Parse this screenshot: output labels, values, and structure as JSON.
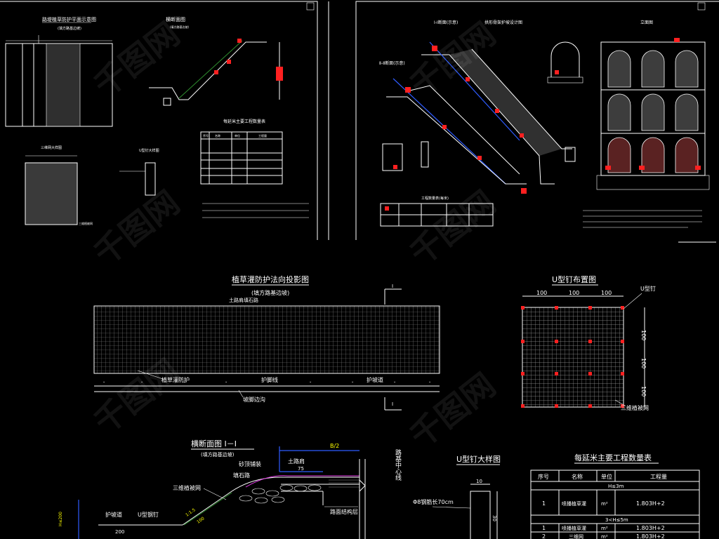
{
  "top_left": {
    "plan_title": "路堤植草防护平面示意图",
    "section_title": "横断面图",
    "nail_title": "U型钉大样图",
    "table": {
      "title": "每延米主要工程数量表",
      "headers": [
        "序号",
        "名称",
        "单位",
        "工程量"
      ]
    }
  },
  "top_right": {
    "section_title": "I-I断面(示意)",
    "flow_title": "Ⅱ-Ⅱ断面(示意)",
    "frame_title": "拱形骨架护坡设计图",
    "elevation_title": "立面图",
    "table_title": "工程数量表(每米)"
  },
  "projection": {
    "title": "植草灌防护法向投影图",
    "subtitle": "(填方路基边坡)",
    "marker_top": "I",
    "marker_bottom": "I",
    "top_label": "土路肩填石路",
    "label_left": "植草灌防护",
    "label_mid": "护脚线",
    "label_right": "护坡道",
    "label_bottom": "坡脚边沟"
  },
  "nail_layout": {
    "title": "U型钉布置图",
    "dims_top": [
      "100",
      "100",
      "100"
    ],
    "dims_side": [
      "100",
      "100",
      "100"
    ],
    "label_nail": "U型钉",
    "label_net": "三维植被网"
  },
  "section": {
    "title": "横断面图 I－I",
    "subtitle": "(填方路基边坡)",
    "half_width": "B/2",
    "shoulder": "土路肩",
    "shoulder_dim": "75",
    "pebble": "砂顶铺装",
    "fill": "填石路",
    "net": "三维植被网",
    "nail": "U型钢钉",
    "berm": "护坡道",
    "berm_dim": "200",
    "slope": "1:1.5",
    "dim_100": "100",
    "center": "路基中心线",
    "pavement": "路面结构层",
    "height": "H≤200"
  },
  "nail_detail": {
    "title": "U型钉大样图",
    "width": "10",
    "length": "30",
    "note": "Φ8钢筋长70cm"
  },
  "qty_table": {
    "title": "每延米主要工程数量表",
    "headers": [
      "序号",
      "名称",
      "单位",
      "工程量"
    ],
    "group1": "H≤3m",
    "group2": "3<H≤5m",
    "rows": [
      {
        "no": "1",
        "name": "喷播植草灌",
        "unit": "m²",
        "qty": "1.803H+2"
      },
      {
        "no": "1",
        "name": "喷播植草灌",
        "unit": "m²",
        "qty": "1.803H+2"
      },
      {
        "no": "2",
        "name": "三维网",
        "unit": "m²",
        "qty": "1.803H+2"
      }
    ]
  },
  "watermark": "千图网"
}
